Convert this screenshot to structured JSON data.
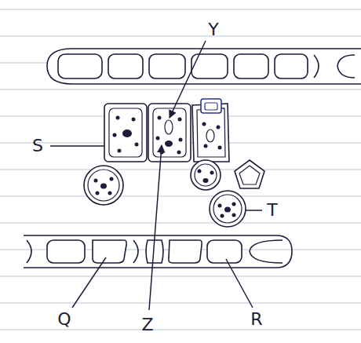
{
  "diagram": {
    "labels": [
      "Y",
      "S",
      "T",
      "Q",
      "Z",
      "R"
    ]
  }
}
